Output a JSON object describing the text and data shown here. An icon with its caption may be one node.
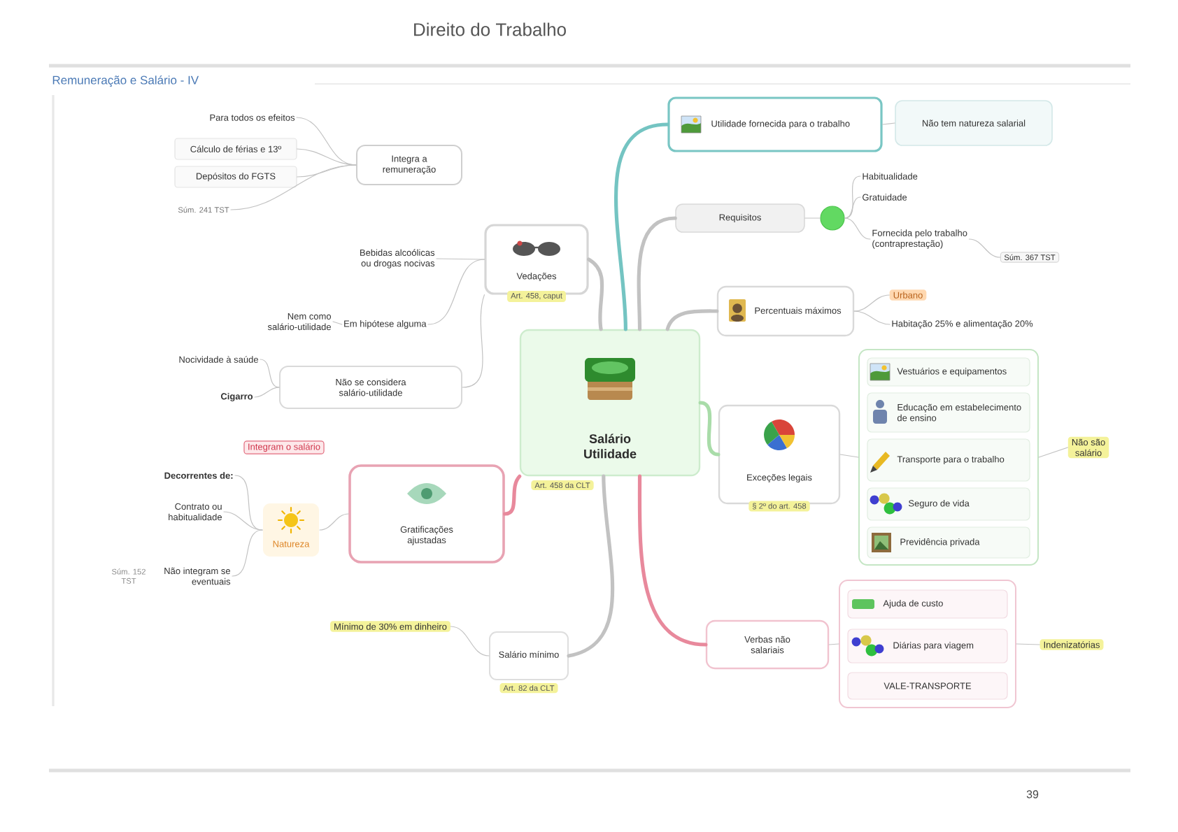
{
  "diagram": {
    "title": "Direito do Trabalho",
    "nodes": [
      {
        "text": [
          "Salário Utilidade"
        ],
        "beside": [
          "Art. 458 da CLT"
        ]
      },
      {
        "text": [
          "Utilidade fornecida para o trabalho"
        ]
      },
      {
        "text": [
          "Não tem natureza salarial"
        ]
      },
      {
        "text": [
          "Requisitos"
        ]
      },
      {
        "text": [],
        "shape": "circle"
      },
      {
        "text": [
          "Habitualidade"
        ]
      },
      {
        "text": [
          "Gratuidade"
        ]
      },
      {
        "text": [
          "Fornecida pelo trabalho (contraprestação)"
        ]
      },
      {
        "text": [
          "Súm. 367 TST"
        ]
      },
      {
        "text": [
          "Percentuais máximos"
        ]
      },
      {
        "text": [
          "Urbano"
        ]
      },
      {
        "text": [
          "Habitação 25% e alimentação 20%"
        ]
      },
      {
        "text": [
          "Exceções legais"
        ],
        "beside": [
          "§ 2º do art. 458"
        ]
      },
      {
        "text": [],
        "shape": "box"
      },
      {
        "text": [
          "Vestuários e equipamentos"
        ],
        "in": 13
      },
      {
        "text": [
          "Educação em estabelecimento de ensino"
        ],
        "in": 13
      },
      {
        "text": [
          "Transporte para o trabalho"
        ],
        "in": 13
      },
      {
        "text": [
          "Seguro de vida"
        ],
        "in": 13
      },
      {
        "text": [
          "Previdência privada"
        ],
        "in": 13
      },
      {
        "text": [
          "Não são salário"
        ]
      },
      {
        "text": [
          "Verbas não salariais"
        ]
      },
      {
        "text": [],
        "shape": "box"
      },
      {
        "text": [
          "Ajuda de custo"
        ],
        "in": 21
      },
      {
        "text": [
          "Diárias para viagem"
        ],
        "in": 21
      },
      {
        "text": [
          "VALE-TRANSPORTE"
        ],
        "in": 21
      },
      {
        "text": [
          "Indenizatórias"
        ]
      },
      {
        "text": [
          "Salário mínimo"
        ],
        "beside": [
          "Art. 82 da CLT"
        ]
      },
      {
        "text": [
          "Mínimo de 30% em dinheiro"
        ]
      },
      {
        "text": [
          "Gratificações ajustadas"
        ],
        "beside": [
          "Integram o salário"
        ]
      },
      {
        "text": [
          "Natureza"
        ]
      },
      {
        "text": [
          "Decorrentes de:"
        ]
      },
      {
        "text": [
          "Contrato ou habitualidade"
        ]
      },
      {
        "text": [
          "Não integram se eventuais"
        ],
        "beside": [
          "Súm. 152 TST"
        ]
      },
      {
        "text": [
          "Vedações"
        ],
        "beside": [
          "Art. 458, caput"
        ]
      },
      {
        "text": [
          "Bebidas alcoólicas ou drogas nocivas"
        ]
      },
      {
        "text": [
          "Em hipótese alguma"
        ]
      },
      {
        "text": [
          "Nem como salário-utilidade"
        ]
      },
      {
        "text": [
          "Não se considera salário-utilidade"
        ]
      },
      {
        "text": [
          "Nocividade à saúde"
        ]
      },
      {
        "text": [
          "Cigarro"
        ]
      },
      {
        "text": [
          "Integra a remuneração"
        ]
      },
      {
        "text": [
          "Para todos os efeitos"
        ]
      },
      {
        "text": [
          "Cálculo de férias e 13º"
        ]
      },
      {
        "text": [
          "Depósitos do FGTS"
        ]
      },
      {
        "text": [
          "Súm. 241 TST"
        ]
      }
    ],
    "edges": [
      {
        "from": 0,
        "to": 1,
        "arrow": "none",
        "style": "thick",
        "color": "#74c4c2"
      },
      {
        "from": 1,
        "to": 2,
        "arrow": "none"
      },
      {
        "from": 0,
        "to": 3,
        "arrow": "none",
        "style": "thick"
      },
      {
        "from": 3,
        "to": 4,
        "arrow": "none"
      },
      {
        "from": 4,
        "to": 5,
        "arrow": "none"
      },
      {
        "from": 4,
        "to": 6,
        "arrow": "none"
      },
      {
        "from": 4,
        "to": 7,
        "arrow": "none"
      },
      {
        "from": 7,
        "to": 8,
        "arrow": "none"
      },
      {
        "from": 0,
        "to": 9,
        "arrow": "none",
        "style": "thick"
      },
      {
        "from": 9,
        "to": 10,
        "arrow": "none"
      },
      {
        "from": 9,
        "to": 11,
        "arrow": "none"
      },
      {
        "from": 0,
        "to": 12,
        "arrow": "none",
        "style": "thick",
        "color": "#a9dca9"
      },
      {
        "from": 12,
        "to": 13,
        "arrow": "none"
      },
      {
        "from": 13,
        "to": 19,
        "arrow": "none"
      },
      {
        "from": 0,
        "to": 20,
        "arrow": "none",
        "style": "thick",
        "color": "#e8899c"
      },
      {
        "from": 20,
        "to": 21,
        "arrow": "none"
      },
      {
        "from": 21,
        "to": 25,
        "arrow": "none"
      },
      {
        "from": 0,
        "to": 26,
        "arrow": "none",
        "style": "thick"
      },
      {
        "from": 26,
        "to": 27,
        "arrow": "none"
      },
      {
        "from": 0,
        "to": 28,
        "arrow": "none",
        "style": "thick",
        "color": "#e8899c"
      },
      {
        "from": 28,
        "to": 29,
        "arrow": "none"
      },
      {
        "from": 29,
        "to": 30,
        "arrow": "none"
      },
      {
        "from": 29,
        "to": 31,
        "arrow": "none"
      },
      {
        "from": 29,
        "to": 32,
        "arrow": "none"
      },
      {
        "from": 0,
        "to": 33,
        "arrow": "none",
        "style": "thick"
      },
      {
        "from": 33,
        "to": 34,
        "arrow": "none"
      },
      {
        "from": 33,
        "to": 35,
        "arrow": "none"
      },
      {
        "from": 35,
        "to": 36,
        "arrow": "none"
      },
      {
        "from": 33,
        "to": 37,
        "arrow": "none"
      },
      {
        "from": 37,
        "to": 38,
        "arrow": "none"
      },
      {
        "from": 37,
        "to": 39,
        "arrow": "none"
      },
      {
        "from": 40,
        "to": 41,
        "arrow": "none"
      },
      {
        "from": 40,
        "to": 42,
        "arrow": "none"
      },
      {
        "from": 40,
        "to": 43,
        "arrow": "none"
      },
      {
        "from": 40,
        "to": 44,
        "arrow": "none"
      }
    ],
    "labels": [
      "Remuneração e Salário - IV",
      "39"
    ]
  }
}
